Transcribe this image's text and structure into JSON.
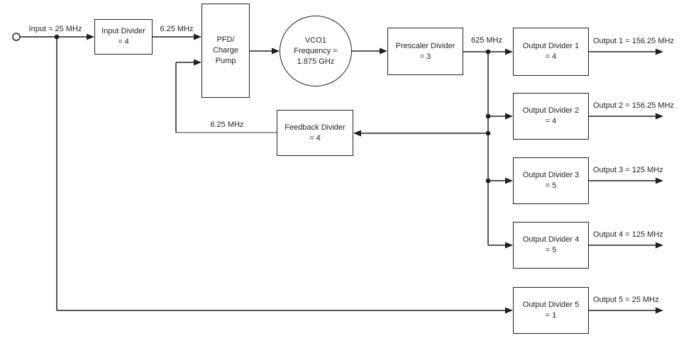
{
  "colors": {
    "line": "#231f20",
    "feedback_segment": "#9b9b9b",
    "background": "#ffffff"
  },
  "blocks": {
    "input_divider": "Input Divider\n= 4",
    "pfd": "PFD/\nCharge\nPump",
    "vco": "VCO1\nFrequency =\n1.875 GHz",
    "prescaler": "Prescaler Divider\n= 3",
    "feedback_divider": "Feedback Divider\n= 4",
    "output_divider_1": "Output Divider 1\n= 4",
    "output_divider_2": "Output Divider 2\n= 4",
    "output_divider_3": "Output Divider 3\n= 5",
    "output_divider_4": "Output Divider 4\n= 5",
    "output_divider_5": "Output Divider 5\n= 1"
  },
  "wire_labels": {
    "input": "Input = 25 MHz",
    "input_divider_out": "6.25 MHz",
    "prescaler_out": "625 MHz",
    "feedback_out": "6.25 MHz"
  },
  "output_labels": {
    "output_1": "Output 1 = 156.25 MHz",
    "output_2": "Output 2 = 156.25 MHz",
    "output_3": "Output 3 = 125 MHz",
    "output_4": "Output 4 = 125 MHz",
    "output_5": "Output 5 = 25 MHz"
  }
}
